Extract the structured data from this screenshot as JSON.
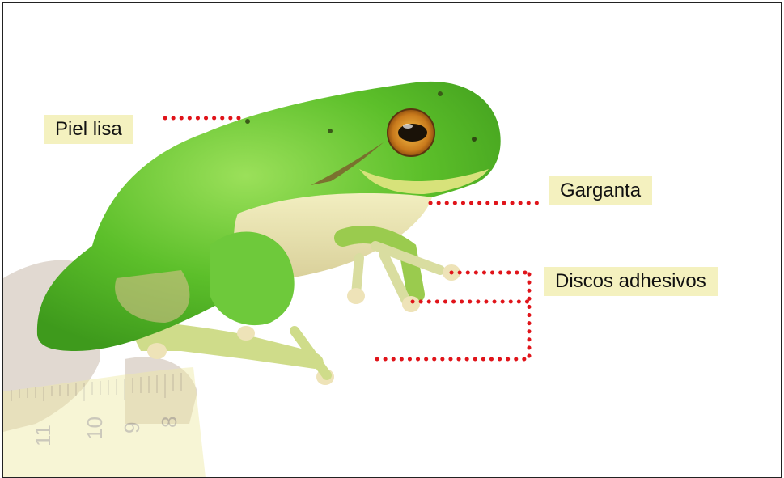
{
  "labels": {
    "smooth_skin": "Piel lisa",
    "throat": "Garganta",
    "toe_pads": "Discos adhesivos"
  },
  "colors": {
    "leader_dots": "#e0141a",
    "label_background": "#f4f1bf",
    "frog_body": "#5cbf2a",
    "frog_belly": "#e8e6b0"
  },
  "background_ruler_numbers": [
    "11",
    "10",
    "9",
    "8"
  ]
}
